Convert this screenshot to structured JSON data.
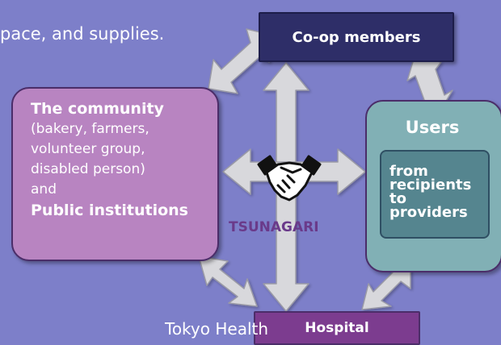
{
  "top_text": "pace, and supplies.",
  "coop_members": "Co-op members",
  "community": {
    "title": "The community",
    "lines": [
      "(bakery, farmers,",
      "volunteer group,",
      "disabled person)",
      "and"
    ],
    "public": "Public institutions"
  },
  "users": {
    "title": "Users",
    "lines": [
      "from",
      "recipients",
      "to",
      "providers"
    ]
  },
  "hospital": "Hospital",
  "center_label": "TSUNAGARI",
  "footer": "Tokyo Health",
  "colors": {
    "background": "#7d7fc9",
    "coop": "#2e2e68",
    "community": "#b884c1",
    "users": "#81b0b5",
    "users_inner": "#55858f",
    "hospital": "#7c3c8f",
    "arrow": "#d8d8dc"
  },
  "icons": {
    "center": "handshake-icon"
  }
}
